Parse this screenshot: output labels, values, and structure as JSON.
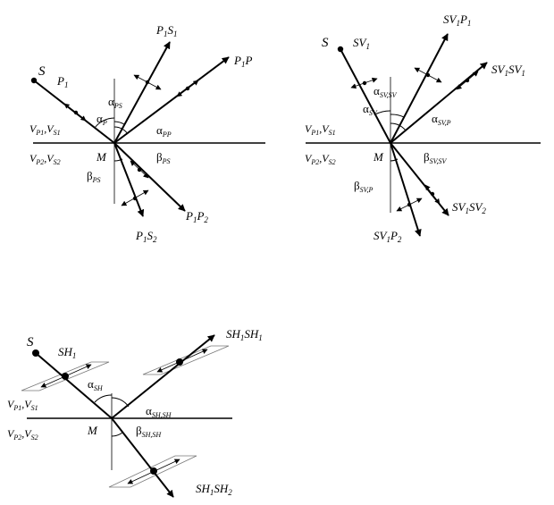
{
  "panel_a": {
    "source": "S",
    "incident": "P",
    "incident_sub": "1",
    "reflected_p": "P",
    "reflected_p_sub": "1",
    "reflected_p_tail": "P",
    "reflected_s": "P",
    "reflected_s_sub": "1",
    "reflected_s_tail": "S",
    "reflected_s_tail_sub": "1",
    "transmitted_p": "P",
    "transmitted_p_sub": "1",
    "transmitted_p_tail": "P",
    "transmitted_p_tail_sub": "2",
    "transmitted_s": "P",
    "transmitted_s_sub": "1",
    "transmitted_s_tail": "S",
    "transmitted_s_tail_sub": "2",
    "upper_medium": "V",
    "upper_medium_sub1": "P1",
    "upper_medium_mid": ",V",
    "upper_medium_sub2": "S1",
    "lower_medium": "V",
    "lower_medium_sub1": "P2",
    "lower_medium_mid": ",V",
    "lower_medium_sub2": "S2",
    "point": "M",
    "alpha_ps": "α",
    "alpha_ps_sub": "PS",
    "alpha_p": "α",
    "alpha_p_sub": "P",
    "alpha_pp": "α",
    "alpha_pp_sub": "PP",
    "beta_ps_right": "β",
    "beta_ps_right_sub": "PS",
    "beta_ps_left": "β",
    "beta_ps_left_sub": "PS"
  },
  "panel_b": {
    "source": "S",
    "incident": "SV",
    "incident_sub": "1",
    "reflected_p": "SV",
    "reflected_p_sub": "1",
    "reflected_p_tail": "P",
    "reflected_p_tail_sub": "1",
    "reflected_sv": "SV",
    "reflected_sv_sub": "1",
    "reflected_sv_tail": "SV",
    "reflected_sv_tail_sub": "1",
    "transmitted_sv": "SV",
    "transmitted_sv_sub": "1",
    "transmitted_sv_tail": "SV",
    "transmitted_sv_tail_sub": "2",
    "transmitted_p": "SV",
    "transmitted_p_sub": "1",
    "transmitted_p_tail": "P",
    "transmitted_p_tail_sub": "2",
    "upper_medium": "V",
    "upper_medium_sub1": "P1",
    "upper_medium_mid": ",V",
    "upper_medium_sub2": "S1",
    "lower_medium": "V",
    "lower_medium_sub1": "P2",
    "lower_medium_mid": ",V",
    "lower_medium_sub2": "S2",
    "point": "M",
    "alpha_svsv": "α",
    "alpha_svsv_sub": "SV,SV",
    "alpha_sv": "α",
    "alpha_sv_sub": "SV",
    "alpha_svp": "α",
    "alpha_svp_sub": "SV,P",
    "beta_svsv": "β",
    "beta_svsv_sub": "SV,SV",
    "beta_svp": "β",
    "beta_svp_sub": "SV,P"
  },
  "panel_c": {
    "source": "S",
    "incident": "SH",
    "incident_sub": "1",
    "reflected": "SH",
    "reflected_sub": "1",
    "reflected_tail": "SH",
    "reflected_tail_sub": "1",
    "transmitted": "SH",
    "transmitted_sub": "1",
    "transmitted_tail": "SH",
    "transmitted_tail_sub": "2",
    "upper_medium": "V",
    "upper_medium_sub1": "P1",
    "upper_medium_mid": ",V",
    "upper_medium_sub2": "S1",
    "lower_medium": "V",
    "lower_medium_sub1": "P2",
    "lower_medium_mid": ",V",
    "lower_medium_sub2": "S2",
    "point": "M",
    "alpha_sh": "α",
    "alpha_sh_sub": "SH",
    "alpha_shsh": "α",
    "alpha_shsh_sub": "SH,SH",
    "beta_shsh": "β",
    "beta_shsh_sub": "SH,SH"
  }
}
